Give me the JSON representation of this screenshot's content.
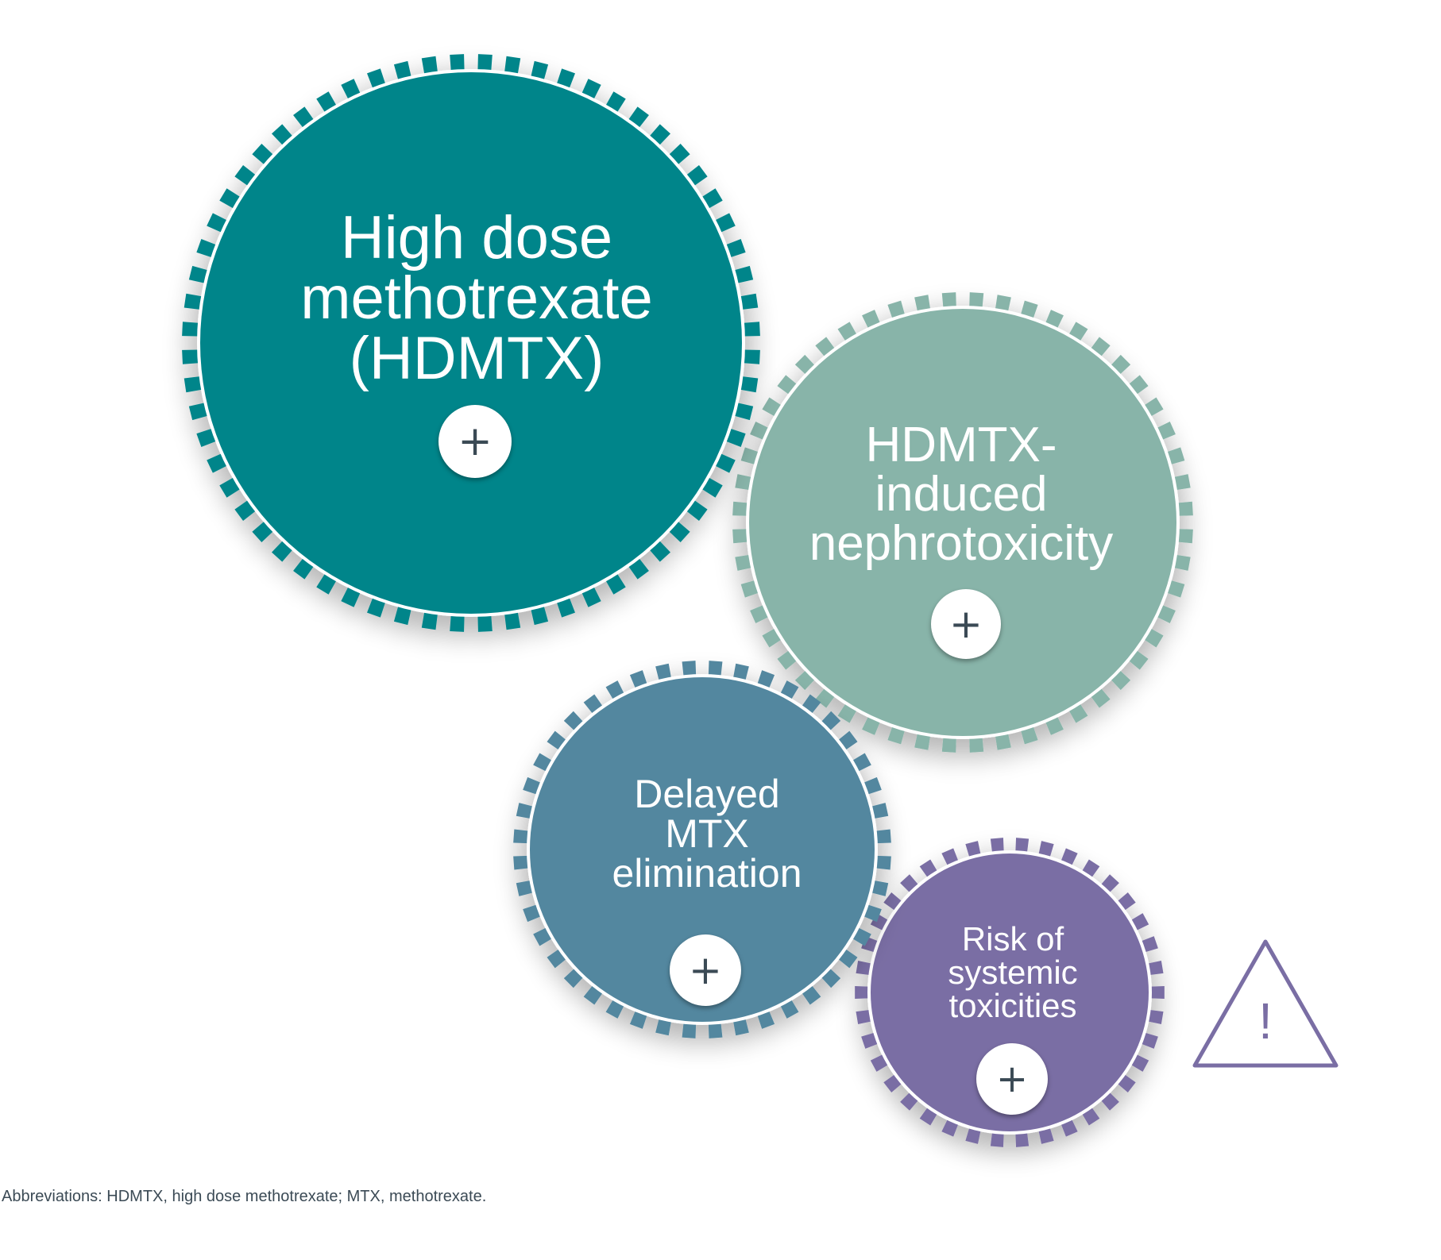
{
  "gears": [
    {
      "id": "hdmtx",
      "label": "High dose\nmethotrexate\n(HDMTX)",
      "color": "#00858a",
      "button_label": "+"
    },
    {
      "id": "nephrotoxicity",
      "label": "HDMTX-\ninduced\nnephrotoxicity",
      "color": "#88b4a9",
      "button_label": "+"
    },
    {
      "id": "delayed",
      "label": "Delayed\nMTX\nelimination",
      "color": "#53879f",
      "button_label": "+"
    },
    {
      "id": "risk",
      "label": "Risk of\nsystemic\ntoxicities",
      "color": "#7a6ea4",
      "button_label": "+"
    }
  ],
  "warning": {
    "symbol": "!",
    "color": "#7a6ea4",
    "icon": "warning-triangle-icon"
  },
  "footnote": "Abbreviations: HDMTX, high dose methotrexate; MTX, methotrexate."
}
